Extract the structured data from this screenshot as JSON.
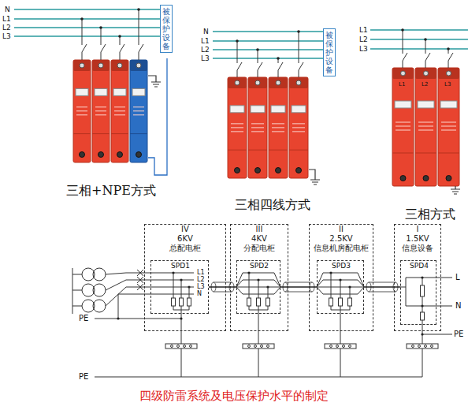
{
  "diagram": {
    "caption": "四级防雷系统及电压保护水平的制定",
    "nodes": [
      {
        "text": [
          "被保护设备"
        ]
      },
      {
        "text": [
          "被保护设备"
        ]
      },
      {
        "text": [
          "IV",
          "6KV",
          "总配电柜"
        ]
      },
      {
        "text": [
          "SPD1"
        ],
        "in": 2
      },
      {
        "text": [
          "III",
          "4KV",
          "分配电柜"
        ]
      },
      {
        "text": [
          "SPD2"
        ],
        "in": 4
      },
      {
        "text": [
          "II",
          "2.5KV",
          "信息机房配电柜"
        ]
      },
      {
        "text": [
          "SPD3"
        ],
        "in": 6
      },
      {
        "text": [
          "I",
          "1.5KV",
          "信息设备"
        ]
      },
      {
        "text": [
          "SPD4"
        ],
        "in": 8
      }
    ],
    "edges": [
      {
        "from": 3,
        "to": 5,
        "arrow": "none"
      },
      {
        "from": 5,
        "to": 7,
        "arrow": "none"
      },
      {
        "from": 7,
        "to": 9,
        "arrow": "none"
      }
    ],
    "labels": [
      "N",
      "L1",
      "L2",
      "L3",
      "N",
      "L1",
      "L2",
      "L3",
      "L1",
      "L2",
      "L3",
      "L1",
      "L2",
      "L3",
      "三相+NPE方式",
      "三相四线方式",
      "三相方式",
      "L1",
      "L2",
      "L3",
      "N",
      "L",
      "N",
      "PE",
      "PE",
      "PE"
    ]
  }
}
